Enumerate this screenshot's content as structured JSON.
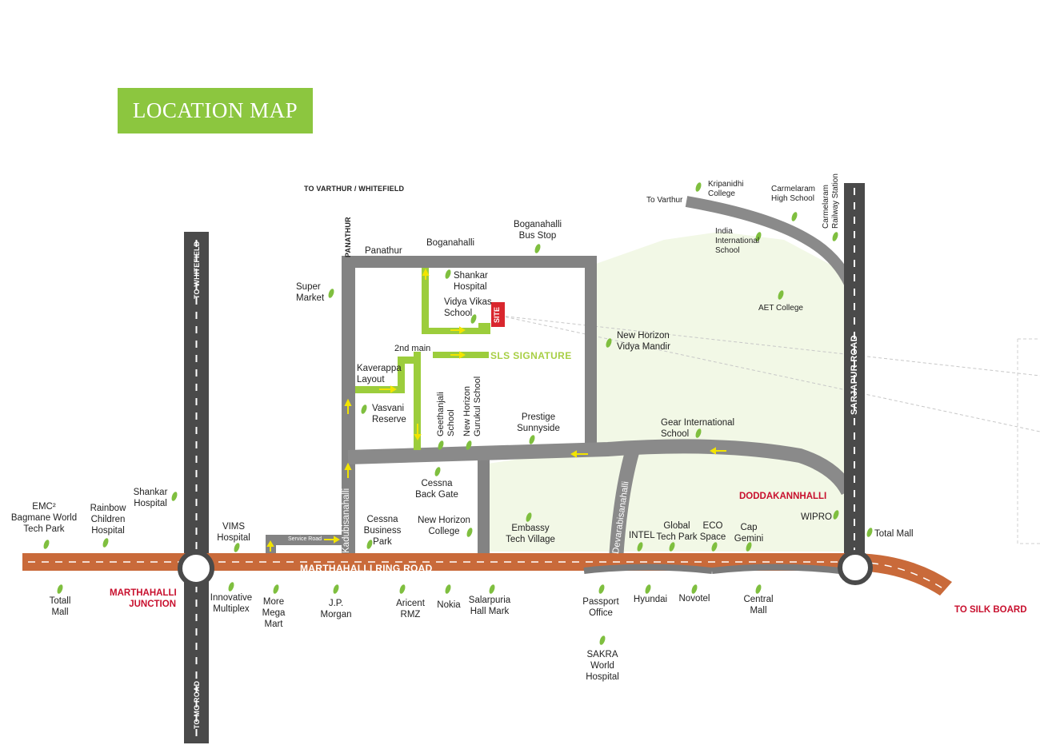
{
  "title": "LOCATION MAP",
  "colors": {
    "title_bg": "#8cc63f",
    "ring_road": "#c96a3a",
    "road_grey": "#808080",
    "green_road": "#9ccd3c",
    "marker": "#7fbf3f",
    "red_label": "#c8102e"
  },
  "roads": {
    "varthur_whitefield": "TO VARTHUR / WHITEFIELD",
    "to_whitefield": "TO WHITEFIELD",
    "to_mg_road": "TO MG ROAD",
    "panathur": "PANATHUR",
    "sarjapur_road": "SARJAPUR ROAD",
    "ring_road": "MARTHAHALLI RING ROAD",
    "to_silk_board": "TO SILK BOARD",
    "kadubisanahalli": "Kadubisanahalli",
    "devarabisanahalli": "Devarabisanahalli",
    "service_road": "Service Road",
    "to_varthur": "To Varthur",
    "second_main": "2nd main"
  },
  "areas": {
    "marthahalli_junction": "MARTHAHALLI\nJUNCTION",
    "doddakannhalli": "DODDAKANNHALLI"
  },
  "site": {
    "label": "SITE",
    "project": "SLS SIGNATURE"
  },
  "landmarks": {
    "kripanidhi": "Kripanidhi\nCollege",
    "carmelaram_school": "Carmelaram\nHigh School",
    "carmelaram_station": "Carmelaram\nRailway Station",
    "india_intl": "India\nInternational\nSchool",
    "aet": "AET College",
    "boganahalli_bus": "Boganahalli\nBus Stop",
    "boganahalli": "Boganahalli",
    "panathur_place": "Panathur",
    "super_market": "Super\nMarket",
    "shankar_hospital_top": "Shankar\nHospital",
    "vidya_vikas": "Vidya Vikas\nSchool",
    "new_horizon_vm": "New Horizon\nVidya Mandir",
    "kaverappa": "Kaverappa\nLayout",
    "vasvani": "Vasvani\nReserve",
    "geethanjali": "Geethanjali\nSchool",
    "new_horizon_gurukul": "New Horizon\nGurukul School",
    "prestige": "Prestige\nSunnyside",
    "gear": "Gear International\nSchool",
    "cessna_back": "Cessna\nBack Gate",
    "cessna_park": "Cessna\nBusiness\nPark",
    "nh_college": "New Horizon\nCollege",
    "embassy": "Embassy\nTech Village",
    "intel": "INTEL",
    "global": "Global\nTech Park",
    "eco": "ECO\nSpace",
    "capgemini": "Cap\nGemini",
    "wipro": "WIPRO",
    "total_mall": "Total Mall",
    "emc": "EMC²\nBagmane World\nTech Park",
    "rainbow": "Rainbow\nChildren\nHospital",
    "shankar_hospital_left": "Shankar\nHospital",
    "vims": "VIMS\nHospital",
    "totall_mall": "Totall\nMall",
    "innovative": "Innovative\nMultiplex",
    "more_mega": "More\nMega\nMart",
    "jp_morgan": "J.P.\nMorgan",
    "aricent": "Aricent\nRMZ",
    "nokia": "Nokia",
    "salarpuria": "Salarpuria\nHall Mark",
    "passport": "Passport\nOffice",
    "hyundai": "Hyundai",
    "novotel": "Novotel",
    "central_mall": "Central\nMall",
    "sakra": "SAKRA\nWorld\nHospital"
  }
}
